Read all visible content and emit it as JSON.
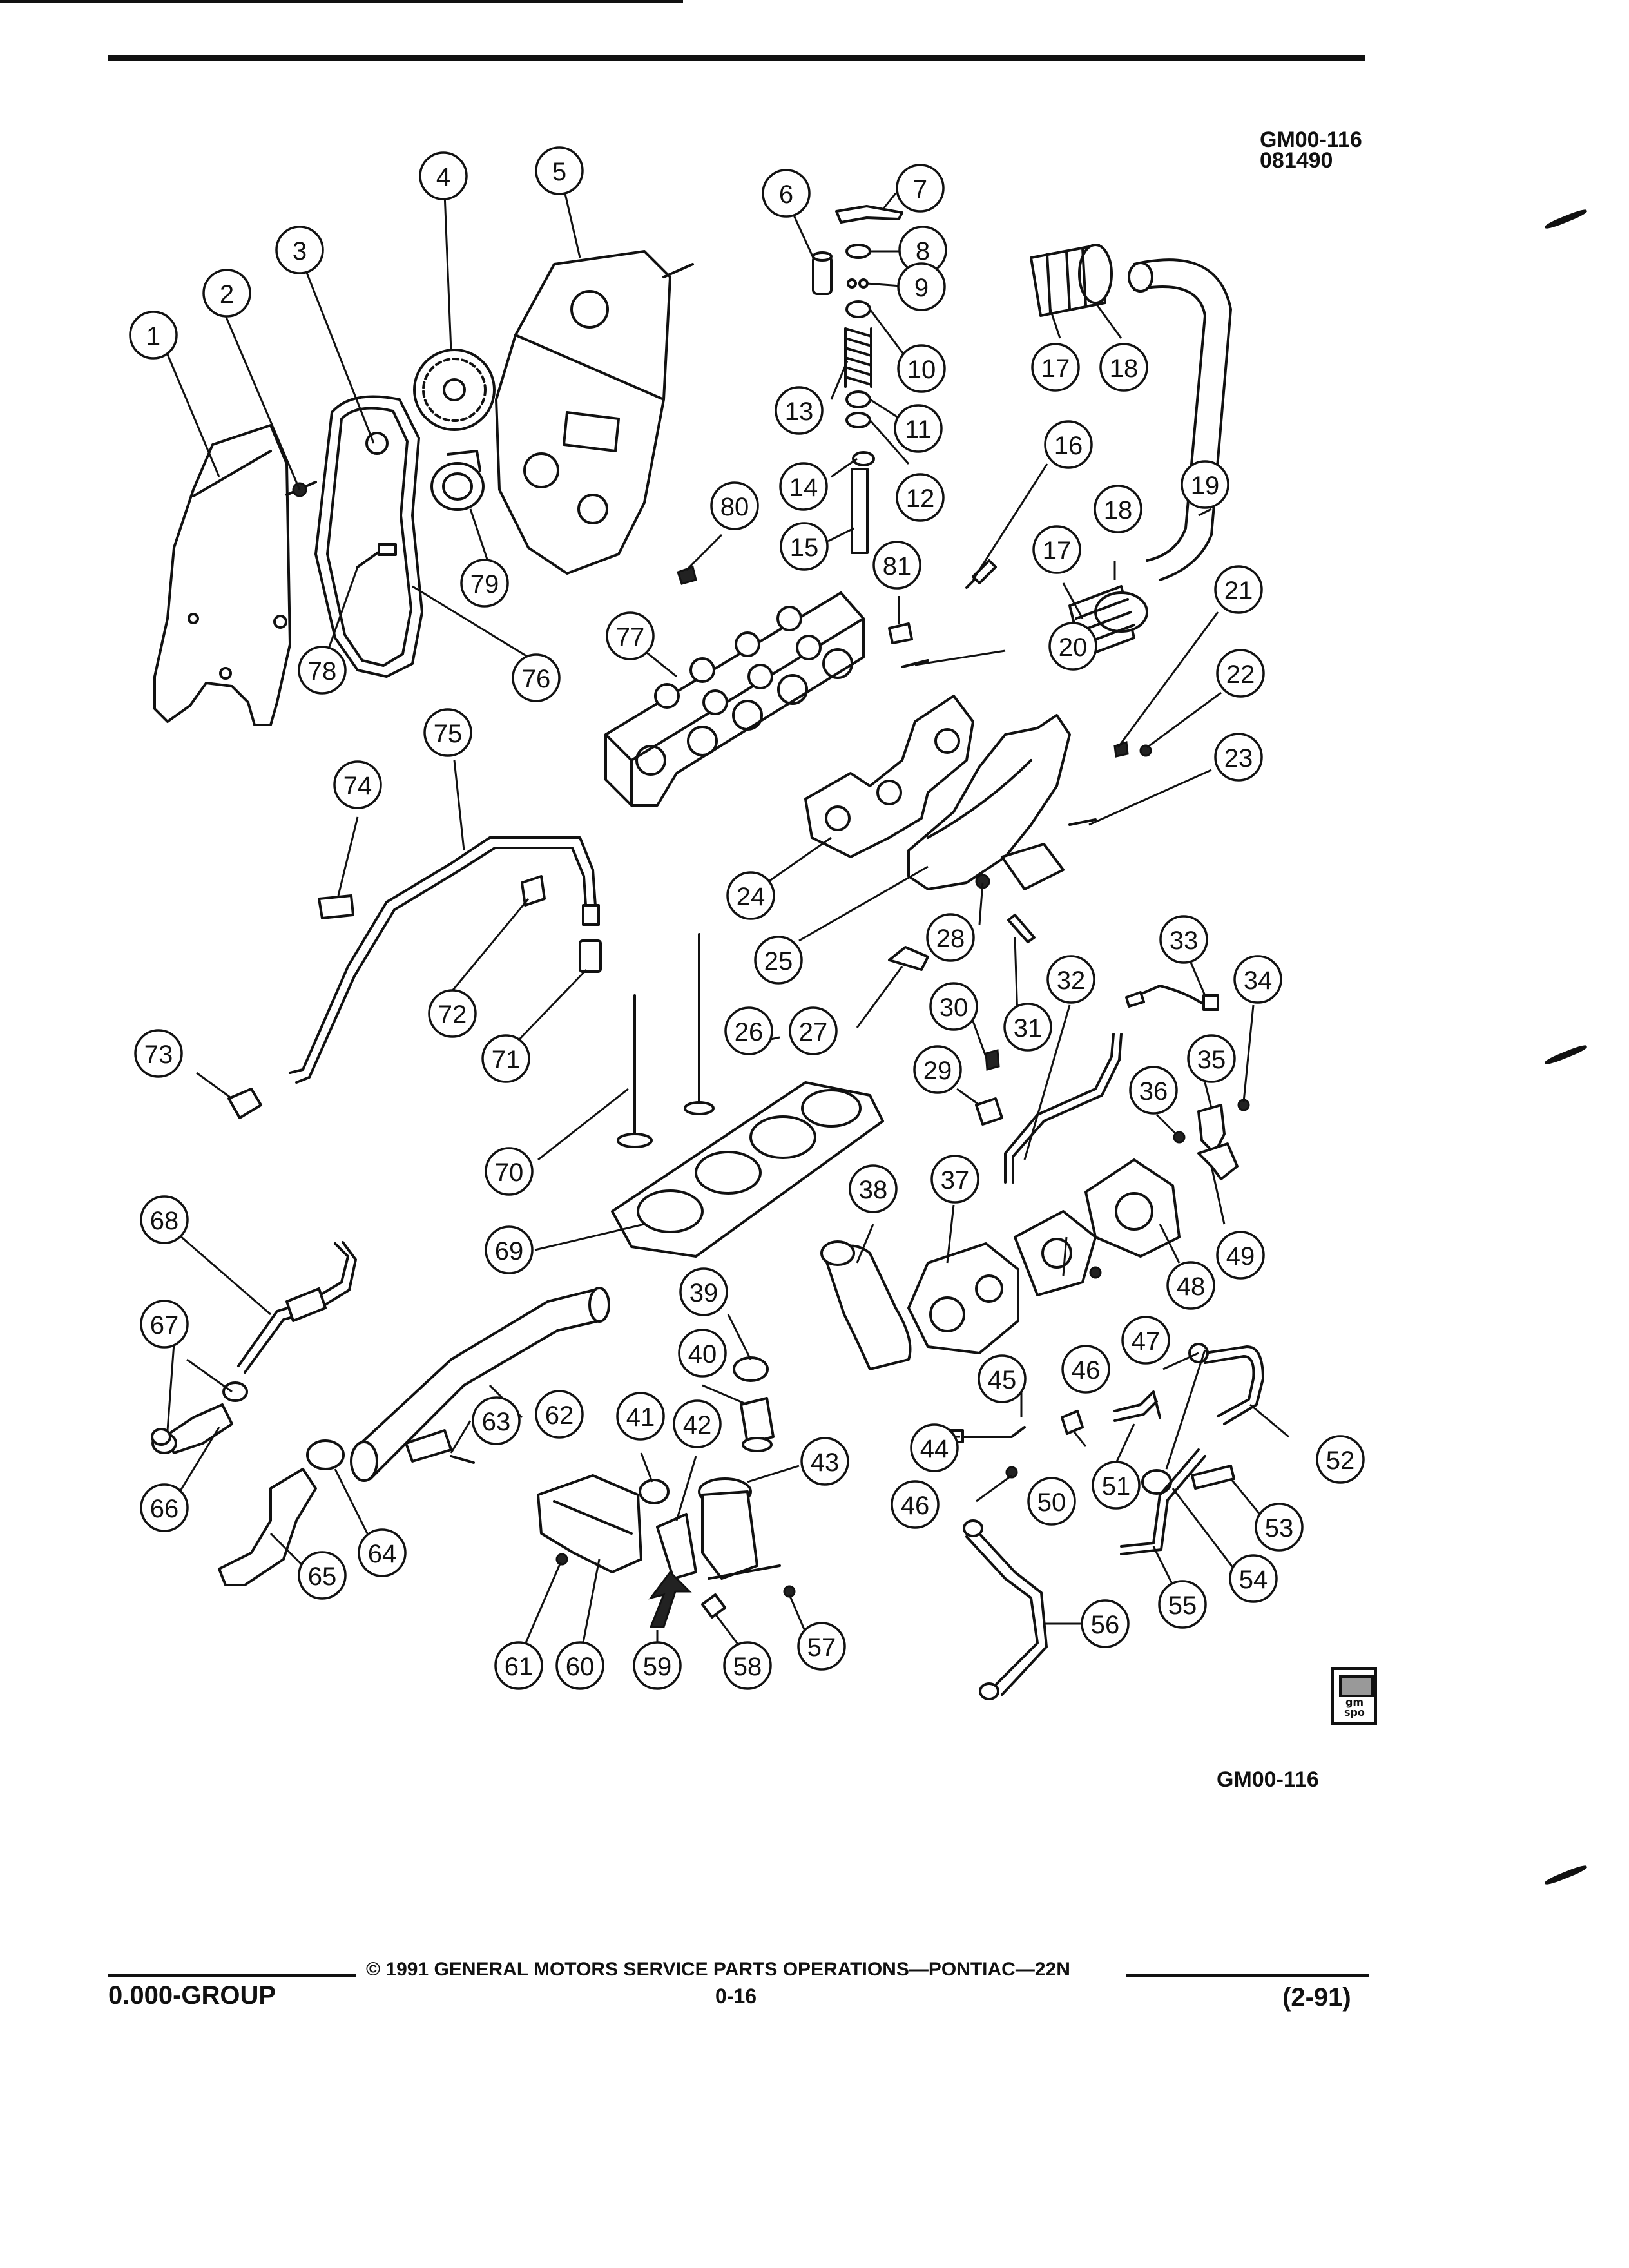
{
  "header": {
    "figure_code": "GM00-116",
    "figure_date": "081490"
  },
  "figure_label": "GM00-116",
  "footer": {
    "group": "0.000-GROUP",
    "copyright": "© 1991 GENERAL MOTORS SERVICE PARTS OPERATIONS—PONTIAC—22N",
    "page": "0-16",
    "revision": "(2-91)"
  },
  "logo": {
    "text": "gm spo"
  },
  "callouts": [
    {
      "n": "1"
    },
    {
      "n": "2"
    },
    {
      "n": "3"
    },
    {
      "n": "4"
    },
    {
      "n": "5"
    },
    {
      "n": "6"
    },
    {
      "n": "7"
    },
    {
      "n": "8"
    },
    {
      "n": "9"
    },
    {
      "n": "10"
    },
    {
      "n": "11"
    },
    {
      "n": "12"
    },
    {
      "n": "13"
    },
    {
      "n": "14"
    },
    {
      "n": "15"
    },
    {
      "n": "16"
    },
    {
      "n": "17"
    },
    {
      "n": "18"
    },
    {
      "n": "17"
    },
    {
      "n": "18"
    },
    {
      "n": "19"
    },
    {
      "n": "20"
    },
    {
      "n": "21"
    },
    {
      "n": "22"
    },
    {
      "n": "23"
    },
    {
      "n": "24"
    },
    {
      "n": "25"
    },
    {
      "n": "26"
    },
    {
      "n": "27"
    },
    {
      "n": "28"
    },
    {
      "n": "29"
    },
    {
      "n": "30"
    },
    {
      "n": "31"
    },
    {
      "n": "32"
    },
    {
      "n": "33"
    },
    {
      "n": "34"
    },
    {
      "n": "35"
    },
    {
      "n": "36"
    },
    {
      "n": "37"
    },
    {
      "n": "38"
    },
    {
      "n": "39"
    },
    {
      "n": "40"
    },
    {
      "n": "41"
    },
    {
      "n": "42"
    },
    {
      "n": "43"
    },
    {
      "n": "44"
    },
    {
      "n": "45"
    },
    {
      "n": "46"
    },
    {
      "n": "46"
    },
    {
      "n": "47"
    },
    {
      "n": "48"
    },
    {
      "n": "49"
    },
    {
      "n": "50"
    },
    {
      "n": "51"
    },
    {
      "n": "52"
    },
    {
      "n": "53"
    },
    {
      "n": "54"
    },
    {
      "n": "55"
    },
    {
      "n": "56"
    },
    {
      "n": "57"
    },
    {
      "n": "58"
    },
    {
      "n": "59"
    },
    {
      "n": "60"
    },
    {
      "n": "61"
    },
    {
      "n": "62"
    },
    {
      "n": "63"
    },
    {
      "n": "64"
    },
    {
      "n": "65"
    },
    {
      "n": "66"
    },
    {
      "n": "67"
    },
    {
      "n": "68"
    },
    {
      "n": "69"
    },
    {
      "n": "70"
    },
    {
      "n": "71"
    },
    {
      "n": "72"
    },
    {
      "n": "73"
    },
    {
      "n": "74"
    },
    {
      "n": "75"
    },
    {
      "n": "76"
    },
    {
      "n": "77"
    },
    {
      "n": "78"
    },
    {
      "n": "79"
    },
    {
      "n": "80"
    },
    {
      "n": "81"
    }
  ]
}
